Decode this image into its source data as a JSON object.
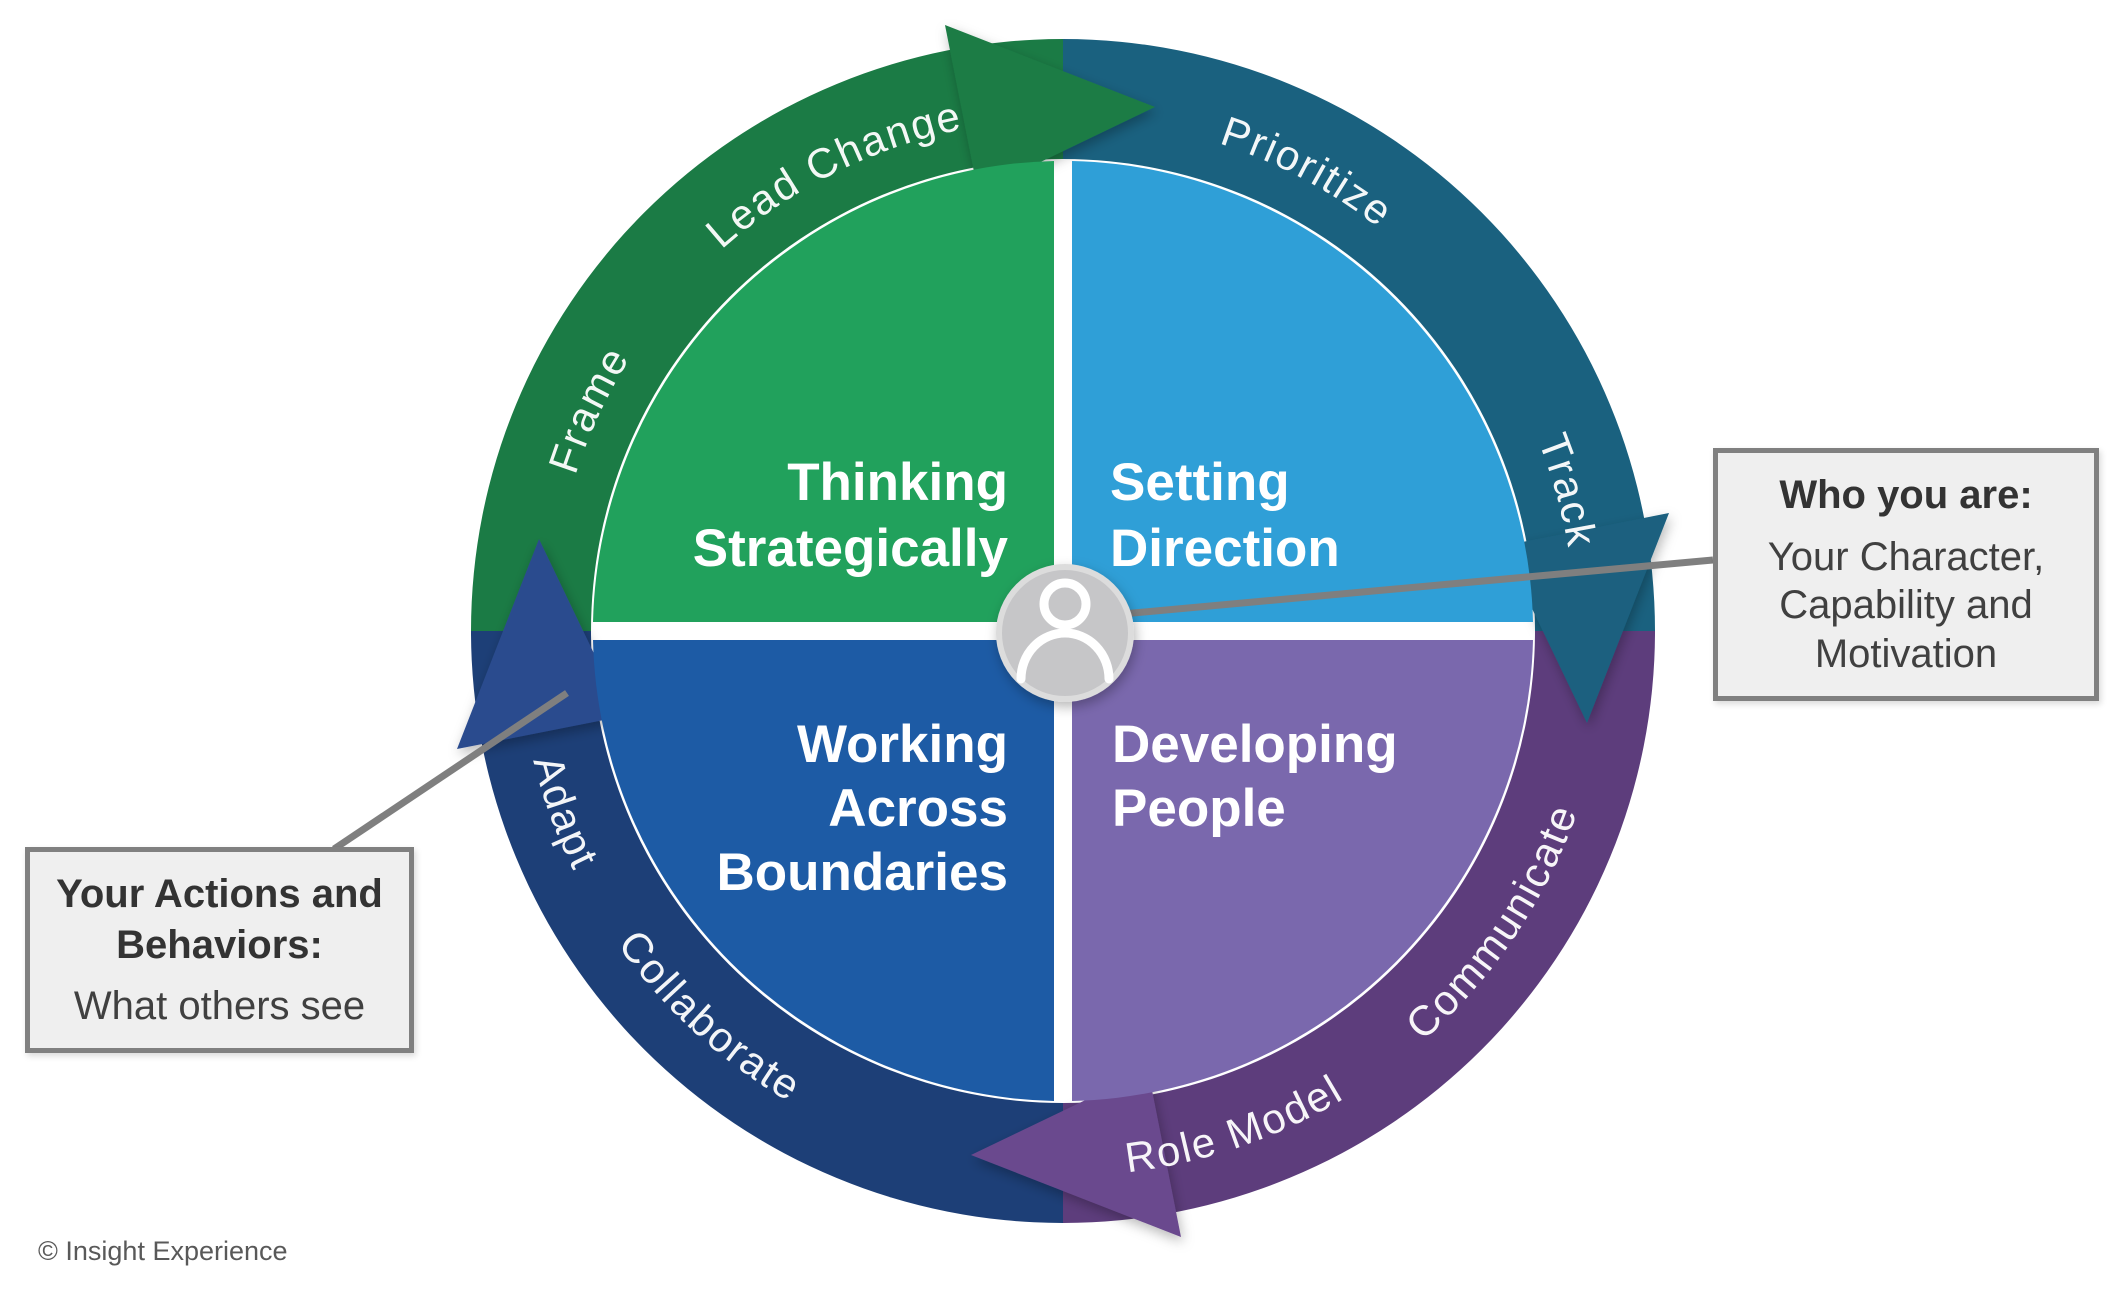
{
  "quadrants": {
    "thinking": {
      "line1": "Thinking",
      "line2": "Strategically"
    },
    "setting": {
      "line1": "Setting",
      "line2": "Direction"
    },
    "working": {
      "line1": "Working",
      "line2": "Across",
      "line3": "Boundaries"
    },
    "developing": {
      "line1": "Developing",
      "line2": "People"
    }
  },
  "ring_labels": {
    "frame": "Frame",
    "lead_change": "Lead Change",
    "prioritize": "Prioritize",
    "track": "Track",
    "communicate": "Communicate",
    "role_model": "Role Model",
    "collaborate": "Collaborate",
    "adapt": "Adapt"
  },
  "callouts": {
    "who": {
      "title": "Who you are:",
      "body": "Your Character, Capability and Motivation"
    },
    "actions": {
      "title": "Your Actions and Behaviors:",
      "body": "What others see"
    }
  },
  "footer": {
    "copyright": "© Insight Experience"
  },
  "colors": {
    "quadrant_green": "#21A15C",
    "quadrant_lightblue": "#2F9FD7",
    "quadrant_blue": "#1D5BA5",
    "quadrant_purple": "#7A68AD",
    "ring_green": "#1B7B45",
    "ring_teal": "#1A617F",
    "ring_purple": "#5D3D7C",
    "ring_navy": "#1D3F77",
    "arrow_green": "#1B7B45",
    "arrow_teal": "#1A617F",
    "arrow_purple": "#6B4A8E",
    "arrow_navy": "#2C4C8E",
    "avatar_bg": "#C6C6C8",
    "avatar_rim": "#DCDCDC",
    "icon_white": "#FFFFFF",
    "connector": "#7F7F7F"
  }
}
